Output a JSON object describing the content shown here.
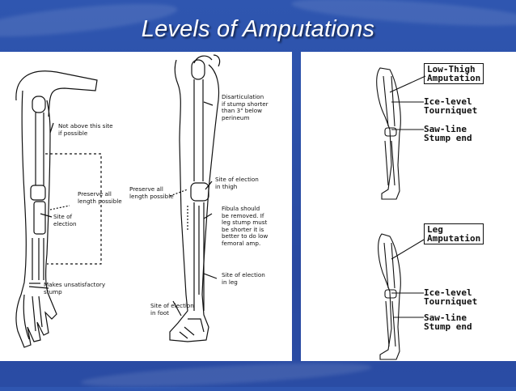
{
  "slide": {
    "title": "Levels of Amputations",
    "colors": {
      "background": "#2a4ea6",
      "title": "#ffffff",
      "panel": "#ffffff",
      "ink": "#111111"
    }
  },
  "left_panel": {
    "arm": {
      "not_above": "Not above this site\nif possible",
      "preserve_all": "Preserve all\nlength possible",
      "site_of_election": "Site of\nelection",
      "unsatisfactory": "Makes unsatisfactory\nstump"
    },
    "leg": {
      "preserve_all": "Preserve all\nlength possible",
      "disarticulation": "Disarticulation\nif stump shorter\nthan 3\" below\nperineum",
      "site_thigh": "Site of election\nin thigh",
      "fibula": "Fibula should\nbe removed. If\nleg stump must\nbe shorter it is\nbetter to do low\nfemoral amp.",
      "site_leg": "Site of election\nin leg",
      "site_foot": "Site of election\nin foot"
    }
  },
  "right_panel": {
    "low_thigh": {
      "title": "Low-Thigh\nAmputation",
      "ice_level": "Ice-level\nTourniquet",
      "saw_line": "Saw-line\nStump end"
    },
    "leg": {
      "title": "Leg\nAmputation",
      "ice_level": "Ice-level\nTourniquet",
      "saw_line": "Saw-line\nStump end"
    }
  }
}
